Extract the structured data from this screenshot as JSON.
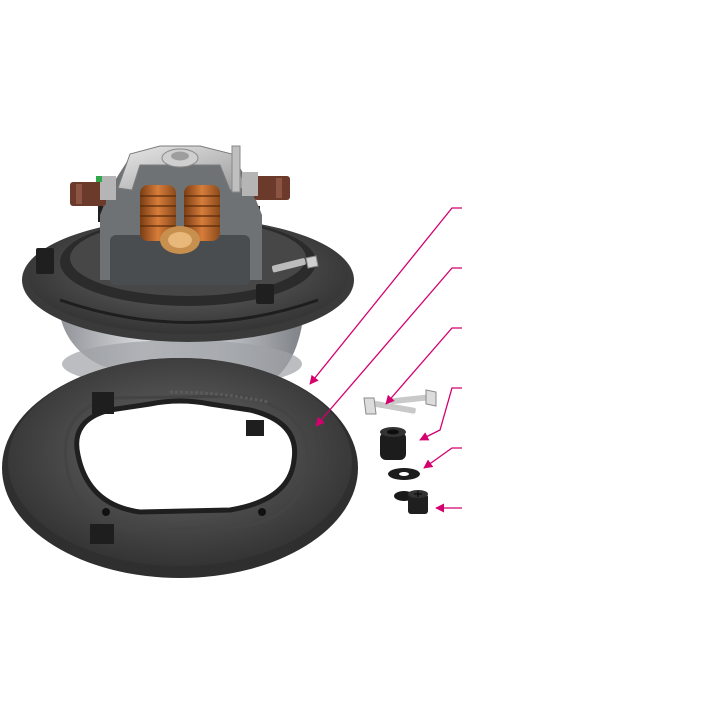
{
  "scene": {
    "background": "#ffffff",
    "callout_color": "#d4006e",
    "parts": [
      {
        "name": "motor-assembly",
        "icon": "vacuum-motor-icon"
      },
      {
        "name": "gasket-ring",
        "icon": "gasket-icon"
      },
      {
        "name": "self-tapping-screws",
        "icon": "screw-icon"
      },
      {
        "name": "rubber-grommet",
        "icon": "grommet-icon"
      },
      {
        "name": "washer",
        "icon": "washer-icon"
      },
      {
        "name": "pan-head-screw",
        "icon": "screw-icon"
      }
    ]
  }
}
